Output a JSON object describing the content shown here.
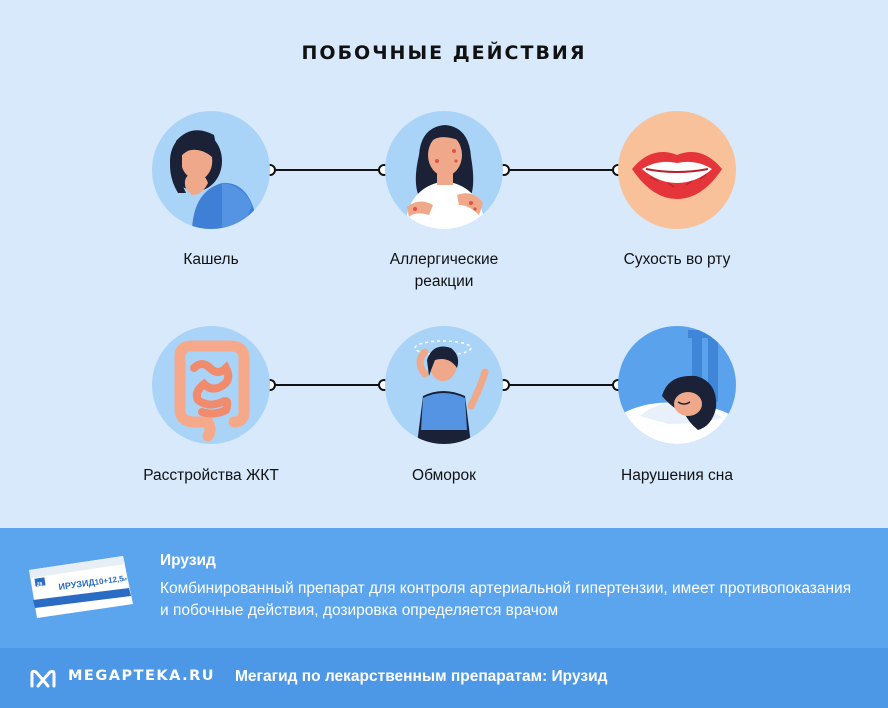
{
  "title": "ПОБОЧНЫЕ ДЕЙСТВИЯ",
  "effects": [
    {
      "label": "Кашель",
      "icon": "coughing-person-icon"
    },
    {
      "label": "Аллергические реакции",
      "icon": "allergy-person-icon"
    },
    {
      "label": "Сухость во рту",
      "icon": "dry-lips-icon"
    },
    {
      "label": "Расстройства ЖКТ",
      "icon": "intestine-icon"
    },
    {
      "label": "Обморок",
      "icon": "dizzy-person-icon"
    },
    {
      "label": "Нарушения сна",
      "icon": "sleeping-person-icon"
    }
  ],
  "drug": {
    "name": "Ирузид",
    "description": "Комбинированный препарат для контроля артериальной гипертензии, имеет противопоказания и побочные действия, дозировка определяется врачом",
    "package": {
      "brand": "ИРУЗИД",
      "dose": "10+12,5",
      "unit": "мг",
      "count": "28"
    }
  },
  "footer": {
    "brand": "MEGAPTEKA.RU",
    "text": "Мегагид по лекарственным препаратам: Ирузид"
  },
  "colors": {
    "background": "#d7e9fb",
    "circle": "#a9d4f7",
    "info_band": "#5aa5ee",
    "footer_band": "#4c98e6"
  }
}
